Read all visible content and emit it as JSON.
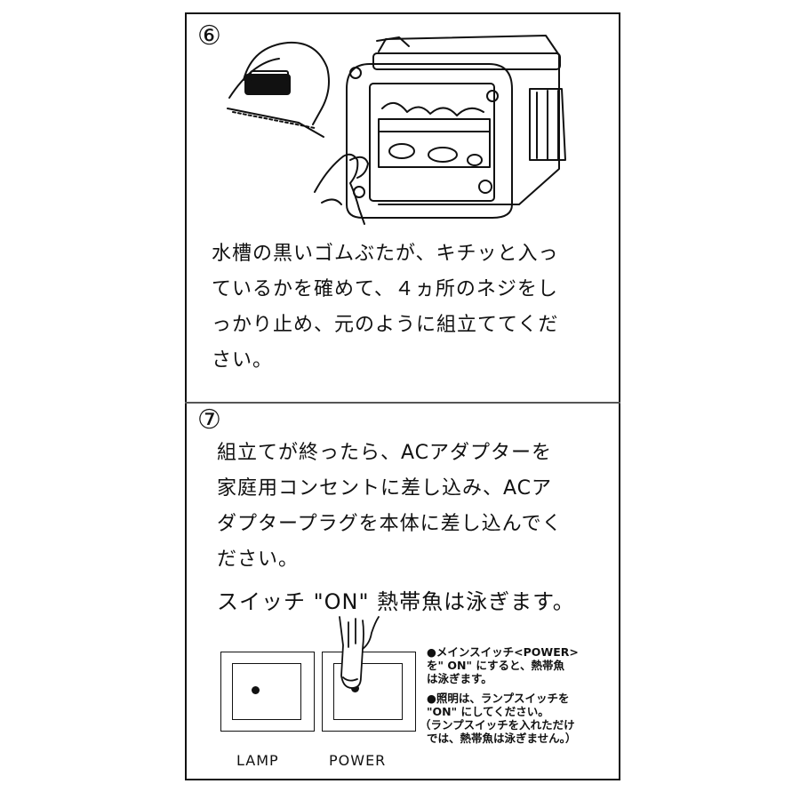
{
  "step6": {
    "number": "⑥",
    "text_lines": [
      "水槽の黒いゴムぶたが、キチッと入っ",
      "ているかを確めて、４ヵ所のネジをし",
      "っかり止め、元のように組立ててくだ",
      "さい。"
    ]
  },
  "step7": {
    "number": "⑦",
    "text_lines": [
      "組立てが終ったら、ACアダプターを",
      "家庭用コンセントに差し込み、ACア",
      "ダプタープラグを本体に差し込んでく",
      "ださい。"
    ],
    "headline": "スイッチ \"ON\" 熱帯魚は泳ぎます。"
  },
  "switches": {
    "lamp_label": "LAMP",
    "power_label": "POWER"
  },
  "notes": {
    "lines": [
      "●メインスイッチ<POWER>",
      "を\" ON\" にすると、熱帯魚",
      "は泳ぎます。",
      "",
      "●照明は、ランプスイッチを",
      "\"ON\" にしてください。",
      "（ランプスイッチを入れただけ",
      "では、熱帯魚は泳ぎません。）"
    ]
  }
}
